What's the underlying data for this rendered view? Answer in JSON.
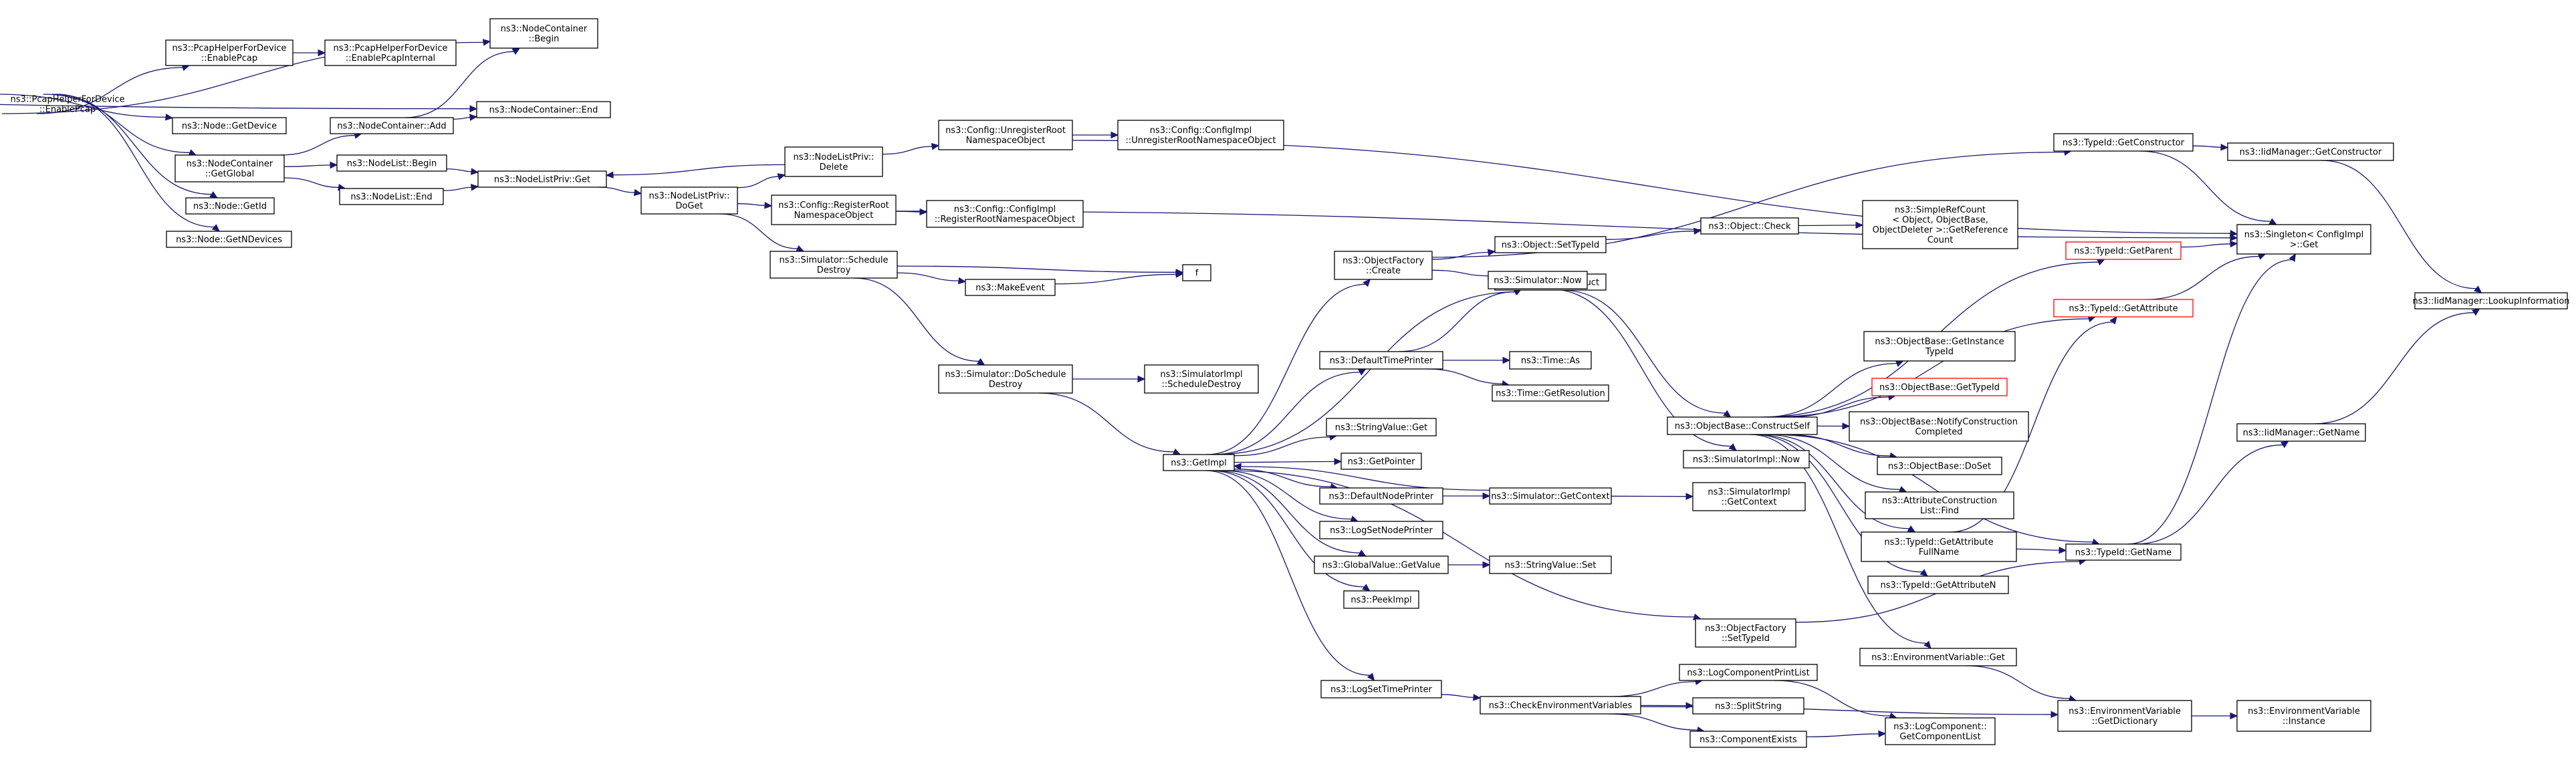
{
  "colors": {
    "edge": "#191970",
    "root_fill": "#bfbfbf",
    "border": "#000000",
    "red_border": "#ff0000",
    "background": "#ffffff"
  },
  "nodes": [
    {
      "id": "root",
      "lines": [
        "ns3::PcapHelperForDevice",
        "::EnablePcap"
      ],
      "style": "root"
    },
    {
      "id": "ph_enable",
      "lines": [
        "ns3::PcapHelperForDevice",
        "::EnablePcap"
      ]
    },
    {
      "id": "ph_internal",
      "lines": [
        "ns3::PcapHelperForDevice",
        "::EnablePcapInternal"
      ]
    },
    {
      "id": "nc_begin",
      "lines": [
        "ns3::NodeContainer",
        "::Begin"
      ]
    },
    {
      "id": "nc_end",
      "lines": [
        "ns3::NodeContainer::End"
      ]
    },
    {
      "id": "node_getdevice",
      "lines": [
        "ns3::Node::GetDevice"
      ]
    },
    {
      "id": "nc_add",
      "lines": [
        "ns3::NodeContainer::Add"
      ]
    },
    {
      "id": "nc_getglobal",
      "lines": [
        "ns3::NodeContainer",
        "::GetGlobal"
      ]
    },
    {
      "id": "nl_begin",
      "lines": [
        "ns3::NodeList::Begin"
      ]
    },
    {
      "id": "nl_end",
      "lines": [
        "ns3::NodeList::End"
      ]
    },
    {
      "id": "node_getid",
      "lines": [
        "ns3::Node::GetId"
      ]
    },
    {
      "id": "node_getndevices",
      "lines": [
        "ns3::Node::GetNDevices"
      ]
    },
    {
      "id": "nlp_get",
      "lines": [
        "ns3::NodeListPriv::Get"
      ]
    },
    {
      "id": "nlp_doget",
      "lines": [
        "ns3::NodeListPriv::",
        "DoGet"
      ]
    },
    {
      "id": "nlp_delete",
      "lines": [
        "ns3::NodeListPriv::",
        "Delete"
      ]
    },
    {
      "id": "cfg_unreg",
      "lines": [
        "ns3::Config::UnregisterRoot",
        "NamespaceObject"
      ]
    },
    {
      "id": "cfgimpl_unreg",
      "lines": [
        "ns3::Config::ConfigImpl",
        "::UnregisterRootNamespaceObject"
      ]
    },
    {
      "id": "cfg_reg",
      "lines": [
        "ns3::Config::RegisterRoot",
        "NamespaceObject"
      ]
    },
    {
      "id": "cfgimpl_reg",
      "lines": [
        "ns3::Config::ConfigImpl",
        "::RegisterRootNamespaceObject"
      ]
    },
    {
      "id": "sim_schedd",
      "lines": [
        "ns3::Simulator::Schedule",
        "Destroy"
      ]
    },
    {
      "id": "makeevent",
      "lines": [
        "ns3::MakeEvent"
      ]
    },
    {
      "id": "f",
      "lines": [
        "f"
      ]
    },
    {
      "id": "sim_dosched",
      "lines": [
        "ns3::Simulator::DoSchedule",
        "Destroy"
      ]
    },
    {
      "id": "simimpl_sched",
      "lines": [
        "ns3::SimulatorImpl",
        "::ScheduleDestroy"
      ]
    },
    {
      "id": "getimpl",
      "lines": [
        "ns3::GetImpl"
      ]
    },
    {
      "id": "objfactory_create",
      "lines": [
        "ns3::ObjectFactory",
        "::Create"
      ]
    },
    {
      "id": "obj_settypeid",
      "lines": [
        "ns3::Object::SetTypeId"
      ]
    },
    {
      "id": "obj_check",
      "lines": [
        "ns3::Object::Check"
      ]
    },
    {
      "id": "simplerefcount",
      "lines": [
        "ns3::SimpleRefCount",
        "< Object, ObjectBase,",
        "ObjectDeleter >::GetReference",
        "Count"
      ]
    },
    {
      "id": "obj_construct",
      "lines": [
        "ns3::Object::Construct"
      ]
    },
    {
      "id": "sim_now",
      "lines": [
        "ns3::Simulator::Now"
      ]
    },
    {
      "id": "defaulttimeprinter",
      "lines": [
        "ns3::DefaultTimePrinter"
      ]
    },
    {
      "id": "time_as",
      "lines": [
        "ns3::Time::As"
      ]
    },
    {
      "id": "time_getres",
      "lines": [
        "ns3::Time::GetResolution"
      ]
    },
    {
      "id": "stringvalue_get",
      "lines": [
        "ns3::StringValue::Get"
      ]
    },
    {
      "id": "getpointer",
      "lines": [
        "ns3::GetPointer"
      ]
    },
    {
      "id": "defaultnodeprinter",
      "lines": [
        "ns3::DefaultNodePrinter"
      ]
    },
    {
      "id": "sim_getcontext",
      "lines": [
        "ns3::Simulator::GetContext"
      ]
    },
    {
      "id": "simimpl_getcontext",
      "lines": [
        "ns3::SimulatorImpl",
        "::GetContext"
      ]
    },
    {
      "id": "logsetnodeprinter",
      "lines": [
        "ns3::LogSetNodePrinter"
      ]
    },
    {
      "id": "globalvalue_getvalue",
      "lines": [
        "ns3::GlobalValue::GetValue"
      ]
    },
    {
      "id": "stringvalue_set",
      "lines": [
        "ns3::StringValue::Set"
      ]
    },
    {
      "id": "peekimpl",
      "lines": [
        "ns3::PeekImpl"
      ]
    },
    {
      "id": "objfactory_settypeid",
      "lines": [
        "ns3::ObjectFactory",
        "::SetTypeId"
      ]
    },
    {
      "id": "logsettimeprinter",
      "lines": [
        "ns3::LogSetTimePrinter"
      ]
    },
    {
      "id": "checkenv",
      "lines": [
        "ns3::CheckEnvironmentVariables"
      ]
    },
    {
      "id": "logcomp_printlist",
      "lines": [
        "ns3::LogComponentPrintList"
      ]
    },
    {
      "id": "splitstring",
      "lines": [
        "ns3::SplitString"
      ]
    },
    {
      "id": "componentexists",
      "lines": [
        "ns3::ComponentExists"
      ]
    },
    {
      "id": "logcomp_getlist",
      "lines": [
        "ns3::LogComponent::",
        "GetComponentList"
      ]
    },
    {
      "id": "simimpl_now",
      "lines": [
        "ns3::SimulatorImpl::Now"
      ]
    },
    {
      "id": "objbase_constructself",
      "lines": [
        "ns3::ObjectBase::ConstructSelf"
      ]
    },
    {
      "id": "objbase_getinstancetypeid",
      "lines": [
        "ns3::ObjectBase::GetInstance",
        "TypeId"
      ]
    },
    {
      "id": "objbase_gettypeid",
      "lines": [
        "ns3::ObjectBase::GetTypeId"
      ],
      "style": "red"
    },
    {
      "id": "objbase_notify",
      "lines": [
        "ns3::ObjectBase::NotifyConstruction",
        "Completed"
      ]
    },
    {
      "id": "objbase_doset",
      "lines": [
        "ns3::ObjectBase::DoSet"
      ]
    },
    {
      "id": "attrconstr_find",
      "lines": [
        "ns3::AttributeConstruction",
        "List::Find"
      ]
    },
    {
      "id": "typeid_getattrfullname",
      "lines": [
        "ns3::TypeId::GetAttribute",
        "FullName"
      ]
    },
    {
      "id": "typeid_getattrn",
      "lines": [
        "ns3::TypeId::GetAttributeN"
      ]
    },
    {
      "id": "envvar_get",
      "lines": [
        "ns3::EnvironmentVariable::Get"
      ]
    },
    {
      "id": "envvar_getdict",
      "lines": [
        "ns3::EnvironmentVariable",
        "::GetDictionary"
      ]
    },
    {
      "id": "envvar_instance",
      "lines": [
        "ns3::EnvironmentVariable",
        "::Instance"
      ]
    },
    {
      "id": "typeid_getconstructor",
      "lines": [
        "ns3::TypeId::GetConstructor"
      ]
    },
    {
      "id": "iidmgr_getconstructor",
      "lines": [
        "ns3::IidManager::GetConstructor"
      ]
    },
    {
      "id": "typeid_getparent",
      "lines": [
        "ns3::TypeId::GetParent"
      ],
      "style": "red"
    },
    {
      "id": "typeid_getattribute",
      "lines": [
        "ns3::TypeId::GetAttribute"
      ],
      "style": "red"
    },
    {
      "id": "singleton_get",
      "lines": [
        "ns3::Singleton< ConfigImpl",
        ">::Get"
      ]
    },
    {
      "id": "iidmgr_lookupinfo",
      "lines": [
        "ns3::IidManager::LookupInformation"
      ]
    },
    {
      "id": "iidmgr_getname",
      "lines": [
        "ns3::IidManager::GetName"
      ]
    },
    {
      "id": "typeid_getname",
      "lines": [
        "ns3::TypeId::GetName"
      ]
    }
  ],
  "edges": [
    [
      "root",
      "nc_begin"
    ],
    [
      "root",
      "ph_enable"
    ],
    [
      "root",
      "nc_end"
    ],
    [
      "root",
      "node_getdevice"
    ],
    [
      "root",
      "nc_getglobal"
    ],
    [
      "root",
      "node_getid"
    ],
    [
      "root",
      "node_getndevices"
    ],
    [
      "ph_enable",
      "ph_internal"
    ],
    [
      "nc_add",
      "nc_begin"
    ],
    [
      "nc_add",
      "nc_end"
    ],
    [
      "nc_getglobal",
      "nc_add"
    ],
    [
      "nc_getglobal",
      "nl_begin"
    ],
    [
      "nc_getglobal",
      "nl_end"
    ],
    [
      "nl_begin",
      "nlp_get"
    ],
    [
      "nl_end",
      "nlp_get"
    ],
    [
      "nlp_get",
      "nlp_doget"
    ],
    [
      "nlp_doget",
      "nlp_delete"
    ],
    [
      "nlp_delete",
      "nlp_get"
    ],
    [
      "nlp_doget",
      "cfg_reg"
    ],
    [
      "nlp_doget",
      "sim_schedd"
    ],
    [
      "nlp_delete",
      "cfg_unreg"
    ],
    [
      "cfg_unreg",
      "cfgimpl_unreg"
    ],
    [
      "cfg_unreg",
      "singleton_get"
    ],
    [
      "cfg_reg",
      "cfgimpl_reg"
    ],
    [
      "cfg_reg",
      "singleton_get"
    ],
    [
      "sim_schedd",
      "makeevent"
    ],
    [
      "sim_schedd",
      "f"
    ],
    [
      "makeevent",
      "f"
    ],
    [
      "sim_schedd",
      "sim_dosched"
    ],
    [
      "sim_dosched",
      "simimpl_sched"
    ],
    [
      "sim_dosched",
      "getimpl"
    ],
    [
      "getimpl",
      "objfactory_create"
    ],
    [
      "getimpl",
      "sim_now"
    ],
    [
      "getimpl",
      "defaulttimeprinter"
    ],
    [
      "getimpl",
      "stringvalue_get"
    ],
    [
      "getimpl",
      "getpointer"
    ],
    [
      "getimpl",
      "defaultnodeprinter"
    ],
    [
      "getimpl",
      "logsetnodeprinter"
    ],
    [
      "getimpl",
      "globalvalue_getvalue"
    ],
    [
      "getimpl",
      "peekimpl"
    ],
    [
      "getimpl",
      "objfactory_settypeid"
    ],
    [
      "getimpl",
      "logsettimeprinter"
    ],
    [
      "objfactory_create",
      "obj_settypeid"
    ],
    [
      "objfactory_create",
      "obj_construct"
    ],
    [
      "objfactory_create",
      "typeid_getconstructor"
    ],
    [
      "obj_settypeid",
      "obj_check"
    ],
    [
      "obj_check",
      "simplerefcount"
    ],
    [
      "obj_construct",
      "objbase_constructself"
    ],
    [
      "defaulttimeprinter",
      "sim_now"
    ],
    [
      "defaulttimeprinter",
      "time_as"
    ],
    [
      "defaulttimeprinter",
      "time_getres"
    ],
    [
      "sim_now",
      "simimpl_now"
    ],
    [
      "defaultnodeprinter",
      "sim_getcontext"
    ],
    [
      "sim_getcontext",
      "getimpl"
    ],
    [
      "sim_getcontext",
      "simimpl_getcontext"
    ],
    [
      "globalvalue_getvalue",
      "stringvalue_set"
    ],
    [
      "objfactory_settypeid",
      "typeid_getname"
    ],
    [
      "logsettimeprinter",
      "checkenv"
    ],
    [
      "checkenv",
      "logcomp_printlist"
    ],
    [
      "checkenv",
      "splitstring"
    ],
    [
      "checkenv",
      "componentexists"
    ],
    [
      "checkenv",
      "envvar_getdict"
    ],
    [
      "logcomp_printlist",
      "logcomp_getlist"
    ],
    [
      "componentexists",
      "logcomp_getlist"
    ],
    [
      "objbase_constructself",
      "typeid_getparent"
    ],
    [
      "objbase_constructself",
      "typeid_getattribute"
    ],
    [
      "objbase_constructself",
      "objbase_getinstancetypeid"
    ],
    [
      "objbase_constructself",
      "objbase_gettypeid"
    ],
    [
      "objbase_constructself",
      "objbase_notify"
    ],
    [
      "objbase_constructself",
      "objbase_doset"
    ],
    [
      "objbase_constructself",
      "attrconstr_find"
    ],
    [
      "objbase_constructself",
      "typeid_getattrfullname"
    ],
    [
      "objbase_constructself",
      "typeid_getattrn"
    ],
    [
      "objbase_constructself",
      "envvar_get"
    ],
    [
      "objbase_constructself",
      "typeid_getname"
    ],
    [
      "typeid_getattrfullname",
      "typeid_getattribute"
    ],
    [
      "typeid_getattrfullname",
      "typeid_getname"
    ],
    [
      "envvar_get",
      "envvar_getdict"
    ],
    [
      "envvar_getdict",
      "envvar_instance"
    ],
    [
      "typeid_getconstructor",
      "iidmgr_getconstructor"
    ],
    [
      "typeid_getconstructor",
      "singleton_get"
    ],
    [
      "typeid_getparent",
      "singleton_get"
    ],
    [
      "typeid_getattribute",
      "singleton_get"
    ],
    [
      "typeid_getname",
      "singleton_get"
    ],
    [
      "typeid_getname",
      "iidmgr_getname"
    ],
    [
      "iidmgr_getconstructor",
      "iidmgr_lookupinfo"
    ],
    [
      "iidmgr_getname",
      "iidmgr_lookupinfo"
    ]
  ]
}
